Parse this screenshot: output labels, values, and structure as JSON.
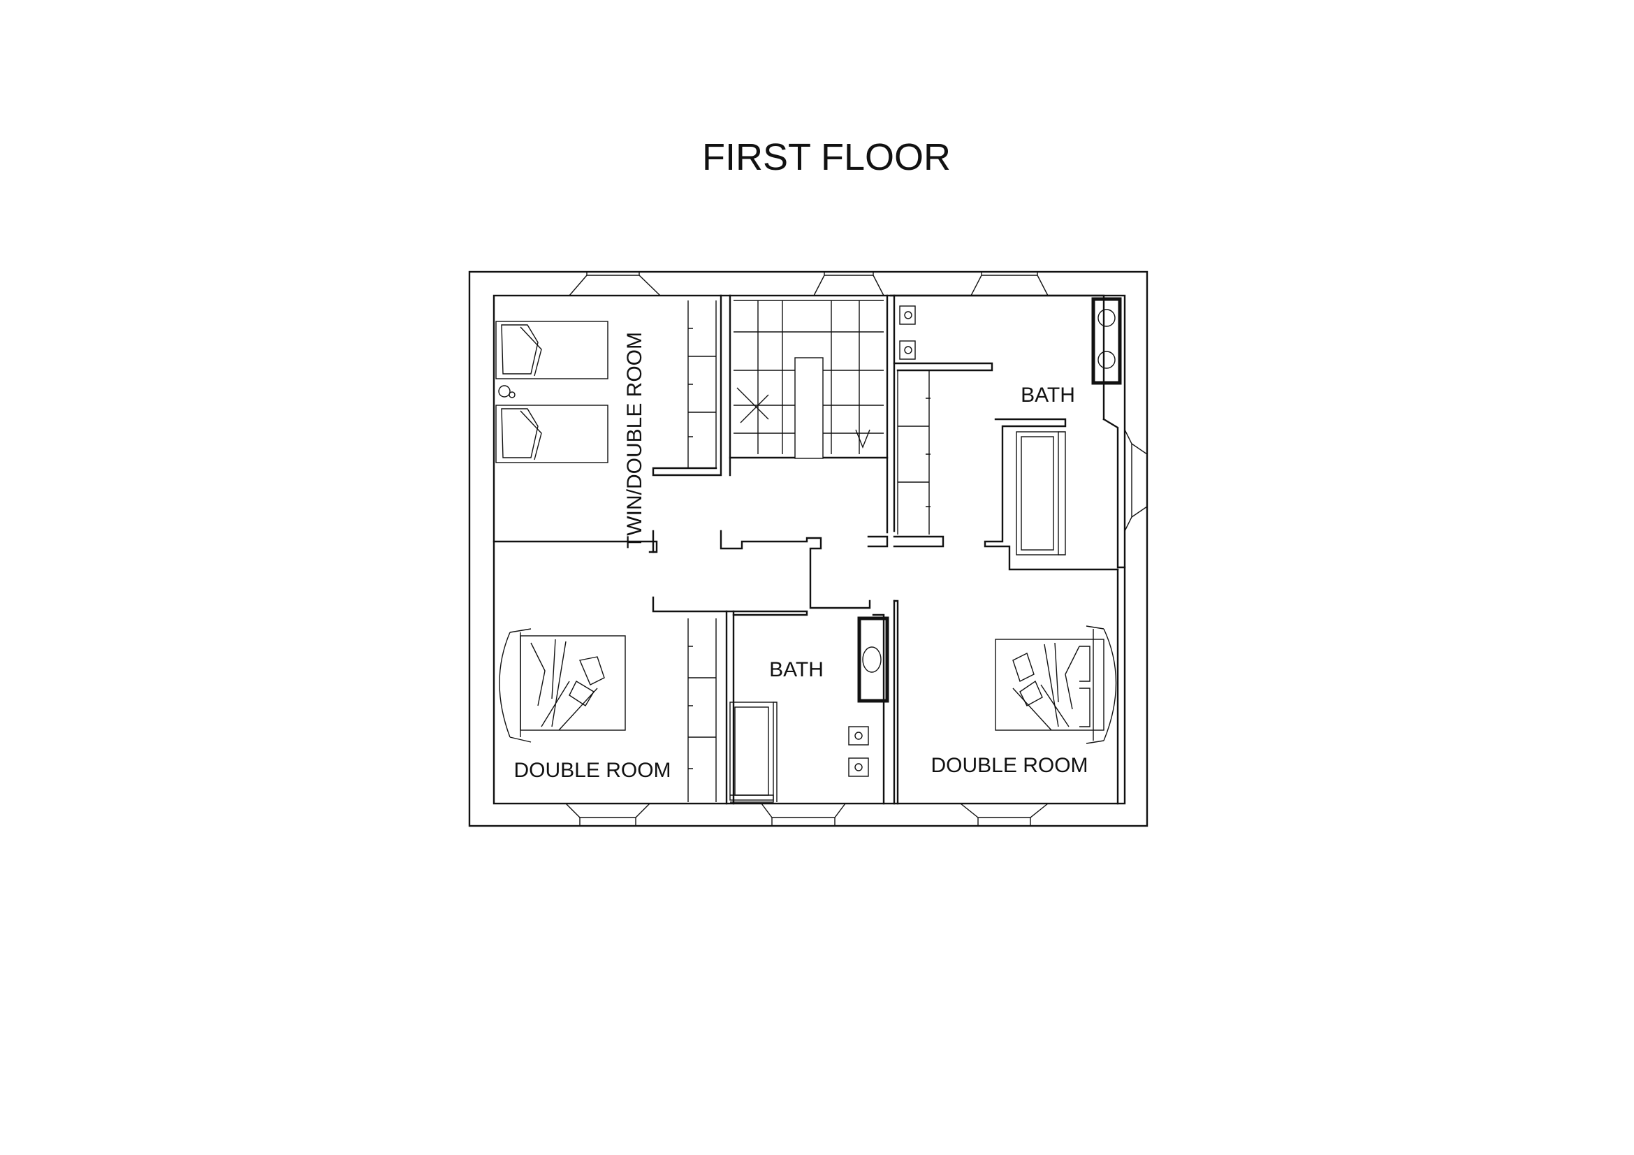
{
  "title": "FIRST FLOOR",
  "rooms": {
    "twin_double": "TWIN/DOUBLE ROOM",
    "bath_upper": "BATH",
    "bath_lower": "BATH",
    "double_left": "DOUBLE ROOM",
    "double_right": "DOUBLE ROOM"
  },
  "colors": {
    "line": "#111111",
    "background": "#ffffff"
  }
}
